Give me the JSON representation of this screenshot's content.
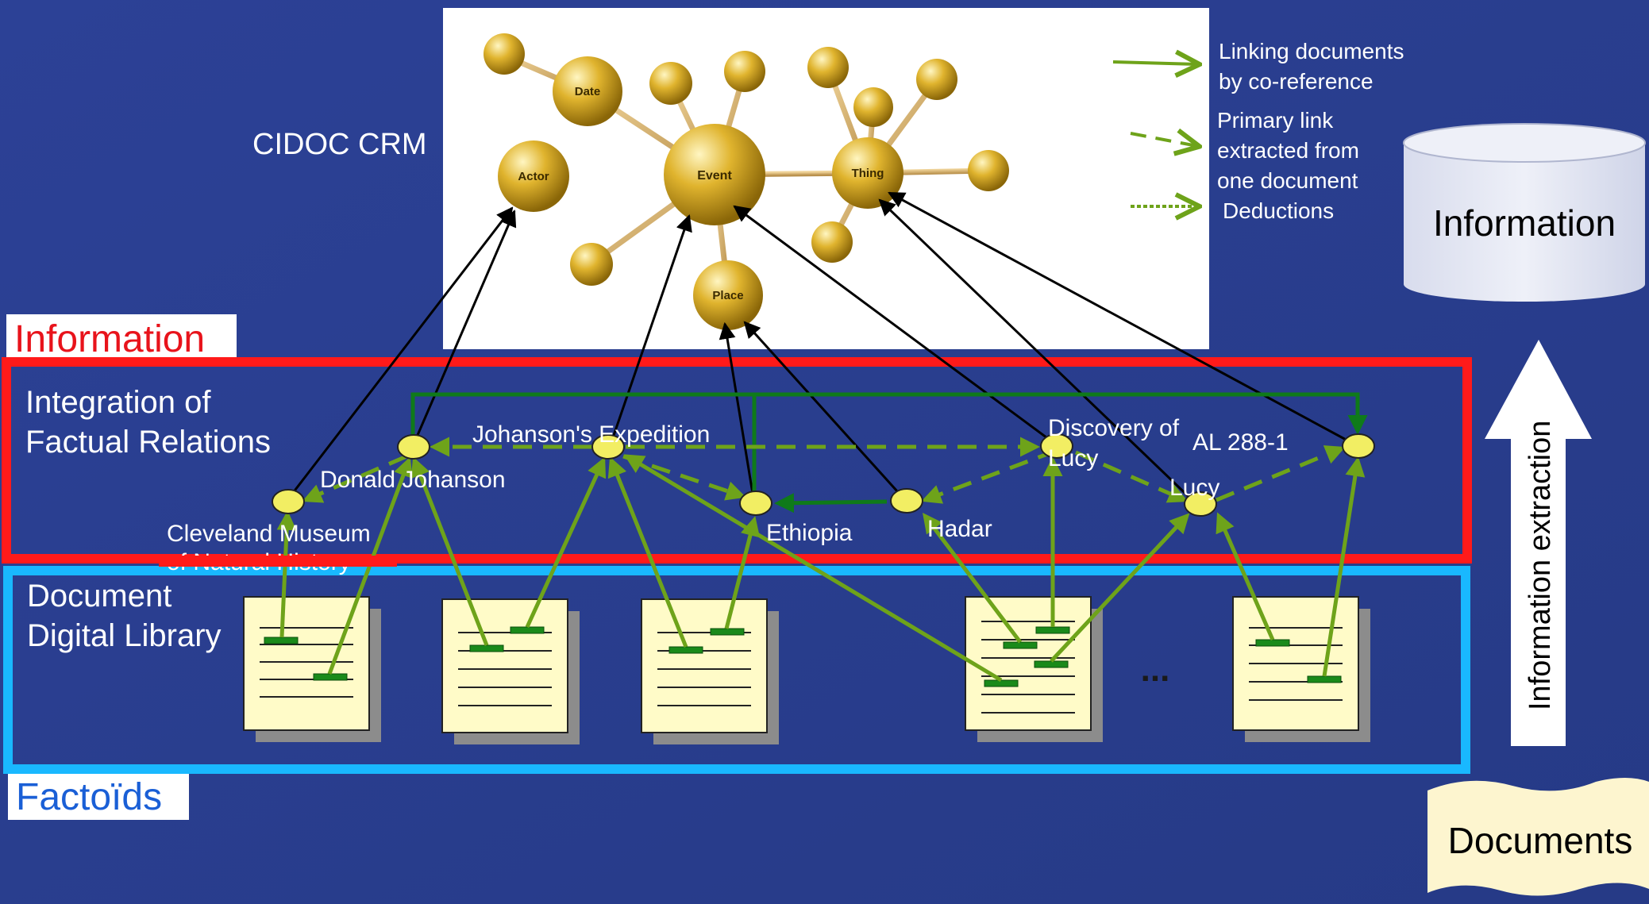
{
  "title": "CIDOC CRM",
  "crm_nodes": {
    "date": "Date",
    "actor": "Actor",
    "event": "Event",
    "thing": "Thing",
    "place": "Place"
  },
  "legend": {
    "solid": [
      "Linking documents",
      "by co-reference"
    ],
    "dashed": [
      "Primary link",
      "extracted from",
      "one document"
    ],
    "dotted": [
      "Deductions"
    ]
  },
  "cylinder_label": "Information",
  "info_tag": "Information",
  "integration_title": [
    "Integration of",
    "Factual Relations"
  ],
  "entities": {
    "donald": "Donald  Johanson",
    "expedition": "Johanson's Expedition",
    "discovery": [
      "Discovery of",
      "Lucy"
    ],
    "al288": "AL 288-1",
    "cleveland": [
      "Cleveland Museum",
      "of Natural History"
    ],
    "ethiopia": "Ethiopia",
    "hadar": "Hadar",
    "lucy": "Lucy"
  },
  "library_title": [
    "Document",
    "Digital Library"
  ],
  "ellipsis": "...",
  "factoids_tag": "Factoïds",
  "arrow_label": "Information extraction",
  "documents_label": "Documents",
  "colors": {
    "background": "#2a3f8f",
    "integration_border": "#ff1a1a",
    "library_border": "#19b8ff",
    "link_green": "#6ea31a",
    "deduction_green": "#0f7a1a",
    "entity_fill": "#f2ee63",
    "doc_fill": "#fffbc8"
  }
}
